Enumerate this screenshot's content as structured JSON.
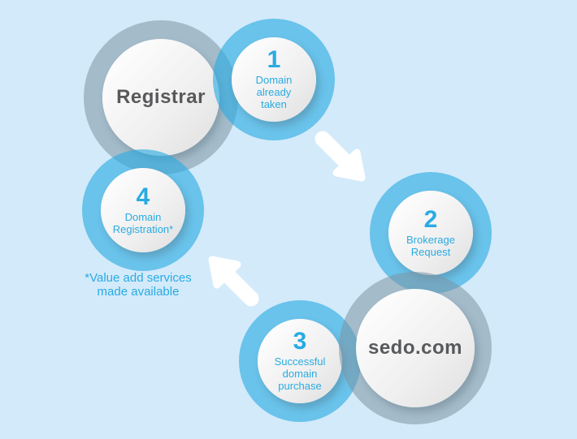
{
  "colors": {
    "bg_color": "#d3eafa",
    "accent_blue": "#29abe2",
    "ring_blue": "rgba(41,171,226,0.62)",
    "ring_gray": "rgba(125,148,163,0.55)",
    "title_gray": "#58595b",
    "arrow_white": "#ffffff"
  },
  "entities": {
    "registrar": {
      "label": "Registrar"
    },
    "sedo": {
      "label": "sedo.com"
    }
  },
  "steps": [
    {
      "number": "1",
      "label": "Domain already taken"
    },
    {
      "number": "2",
      "label": "Brokerage Request"
    },
    {
      "number": "3",
      "label": "Successful domain purchase"
    },
    {
      "number": "4",
      "label": "Domain Registration*"
    }
  ],
  "footnote": {
    "text": "*Value add services made available"
  },
  "icons": {
    "arrow_southeast": "arrow-down-right",
    "arrow_northwest": "arrow-up-left"
  }
}
